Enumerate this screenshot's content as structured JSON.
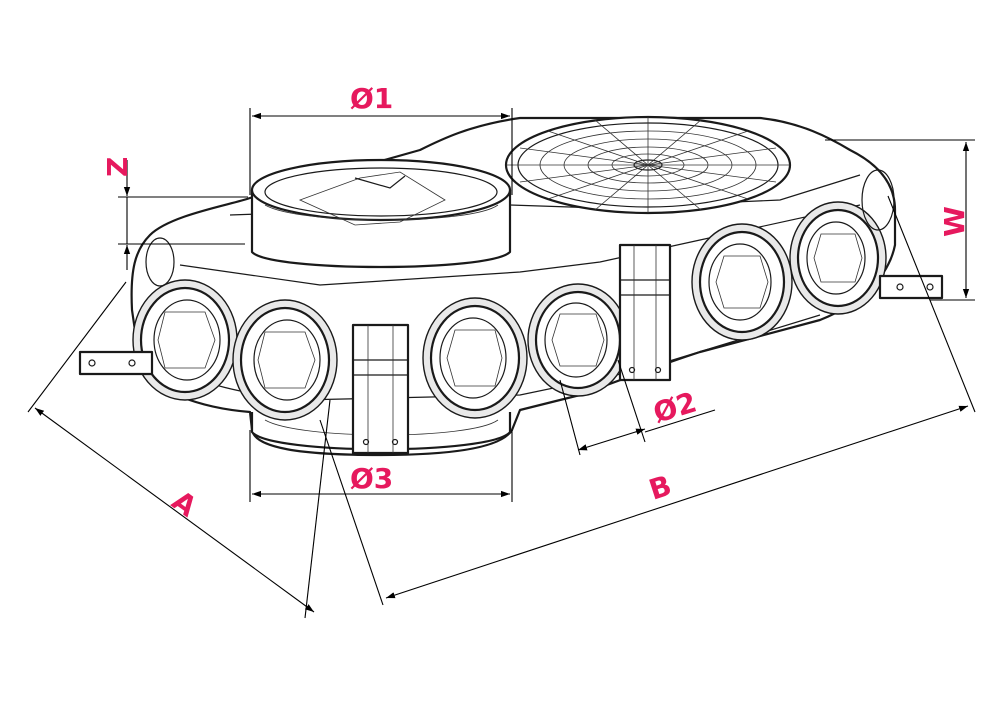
{
  "labels": {
    "d1": "Ø1",
    "d2": "Ø2",
    "d3": "Ø3",
    "z": "Z",
    "w": "W",
    "a": "A",
    "b": "B"
  },
  "colors": {
    "label": "#e6195e",
    "line": "#000000",
    "background": "#ffffff"
  }
}
